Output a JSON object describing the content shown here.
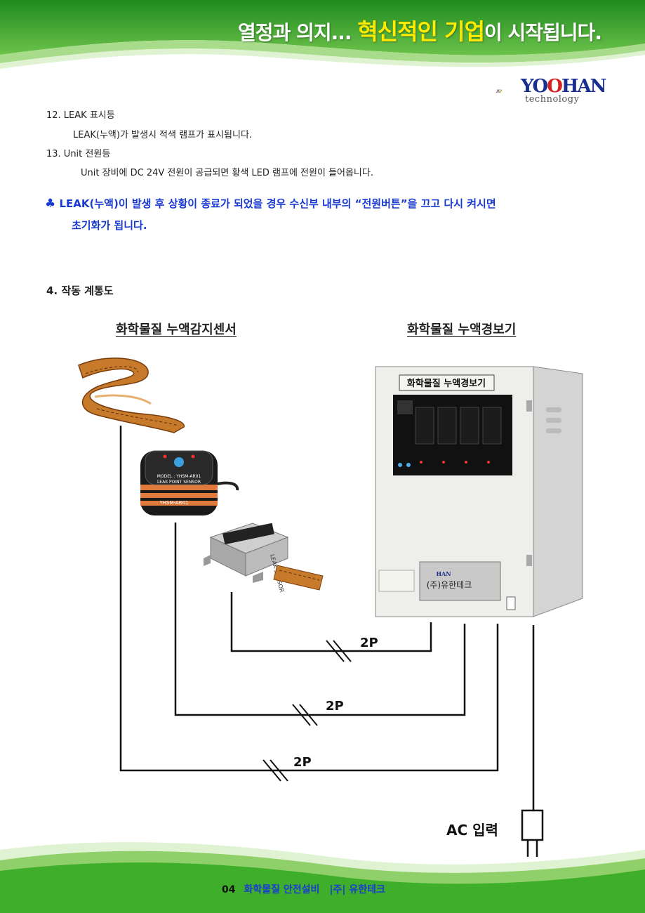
{
  "header": {
    "slogan_pre": "열정과 의지... ",
    "slogan_highlight": "혁신적인 기업",
    "slogan_post": "이 시작됩니다."
  },
  "logo": {
    "word_a": "YO",
    "word_o": "O",
    "word_b": "HAN",
    "sub": "technology"
  },
  "items": [
    {
      "title": "12. LEAK 표시등",
      "desc": "LEAK(누액)가 발생시 적색 램프가 표시됩니다."
    },
    {
      "title": "13. Unit 전원등",
      "desc": "Unit 장비에 DC 24V 전원이 공급되면 황색 LED 램프에 전원이 들어옵니다."
    }
  ],
  "note": {
    "symbol": "♣",
    "line1": "LEAK(누액)이 발생 후 상황이 종료가 되었을 경우 수신부 내부의 “전원버튼”을 끄고 다시 켜시면",
    "line2": "초기화가 됩니다."
  },
  "section": {
    "title": "4. 작동 계통도"
  },
  "diagram": {
    "sensor_label": "화학물질 누액감지센서",
    "alarm_label": "화학물질 누액경보기",
    "panel_title": "화학물질 누액경보기",
    "module_model": "MODEL : YHSM-AR01",
    "module_name": "LEAK POINT SENSOR",
    "module_code": "YHSM-AR01",
    "box_label": "LEAK SENSOR",
    "plate_company": "(주)유한테크",
    "wire_label_1": "2P",
    "wire_label_2": "2P",
    "wire_label_3": "2P",
    "ac_label": "AC 입력"
  },
  "footer": {
    "page": "04",
    "title": "화학물질 안전설비",
    "company": "|주| 유한테크"
  },
  "colors": {
    "accent_green": "#3fae2a",
    "note_blue": "#1a3bd1",
    "highlight_yellow": "#ffea00"
  }
}
